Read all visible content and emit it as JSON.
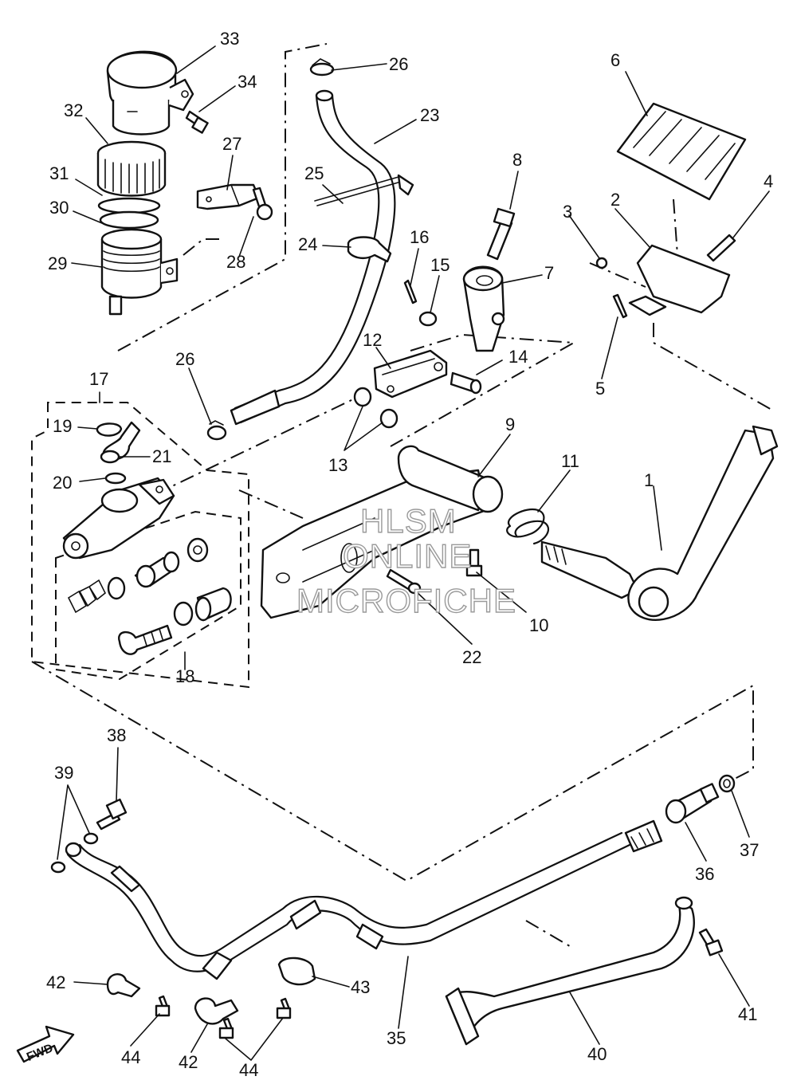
{
  "callouts": [
    "1",
    "2",
    "3",
    "4",
    "5",
    "6",
    "7",
    "8",
    "9",
    "10",
    "11",
    "12",
    "13",
    "14",
    "15",
    "16",
    "17",
    "18",
    "19",
    "20",
    "21",
    "22",
    "23",
    "24",
    "25",
    "26",
    "26",
    "27",
    "28",
    "29",
    "30",
    "31",
    "32",
    "33",
    "34",
    "35",
    "36",
    "37",
    "38",
    "39",
    "40",
    "41",
    "42",
    "42",
    "43",
    "44",
    "44"
  ],
  "watermark": {
    "line1": "HLSM",
    "line2": "ONLINE",
    "line3": "MICROFICHE"
  },
  "fwd_label": "FWD",
  "colors": {
    "ink": "#111111",
    "watermark": "#9a9a9a",
    "background": "#ffffff"
  }
}
